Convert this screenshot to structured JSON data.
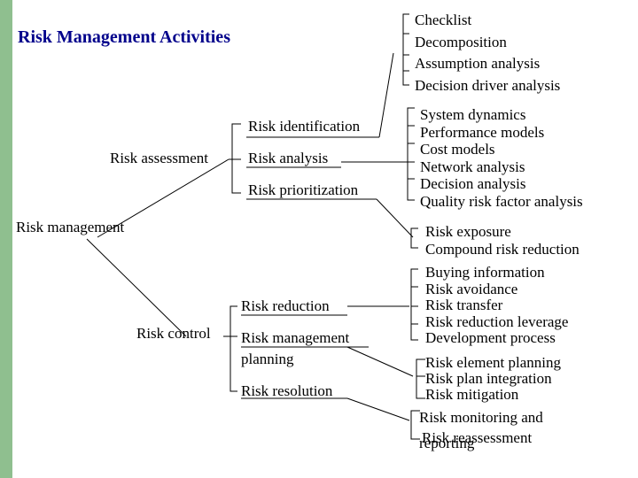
{
  "title": "Risk Management Activities",
  "root": "Risk management",
  "branches": {
    "assessment": "Risk assessment",
    "control": "Risk control"
  },
  "assessment_steps": {
    "identification": "Risk identification",
    "analysis": "Risk analysis",
    "prioritization": "Risk prioritization"
  },
  "control_steps": {
    "reduction": "Risk reduction",
    "planning": [
      "Risk management",
      "planning"
    ],
    "resolution": "Risk resolution"
  },
  "techniques": {
    "identification": [
      "Checklist",
      "Decomposition",
      "Assumption analysis",
      "Decision driver analysis"
    ],
    "analysis": [
      "System dynamics",
      "Performance models",
      "Cost models",
      "Network analysis",
      "Decision analysis",
      "Quality risk factor analysis"
    ],
    "prioritization": [
      "Risk exposure",
      "Compound risk reduction"
    ],
    "reduction": [
      "Buying information",
      "Risk avoidance",
      "Risk transfer",
      "Risk reduction leverage",
      "Development process"
    ],
    "planning": [
      "Risk element planning",
      "Risk plan integration",
      "Risk mitigation"
    ],
    "resolution": [
      "Risk monitoring and",
      "reporting",
      "Risk reassessment"
    ]
  }
}
